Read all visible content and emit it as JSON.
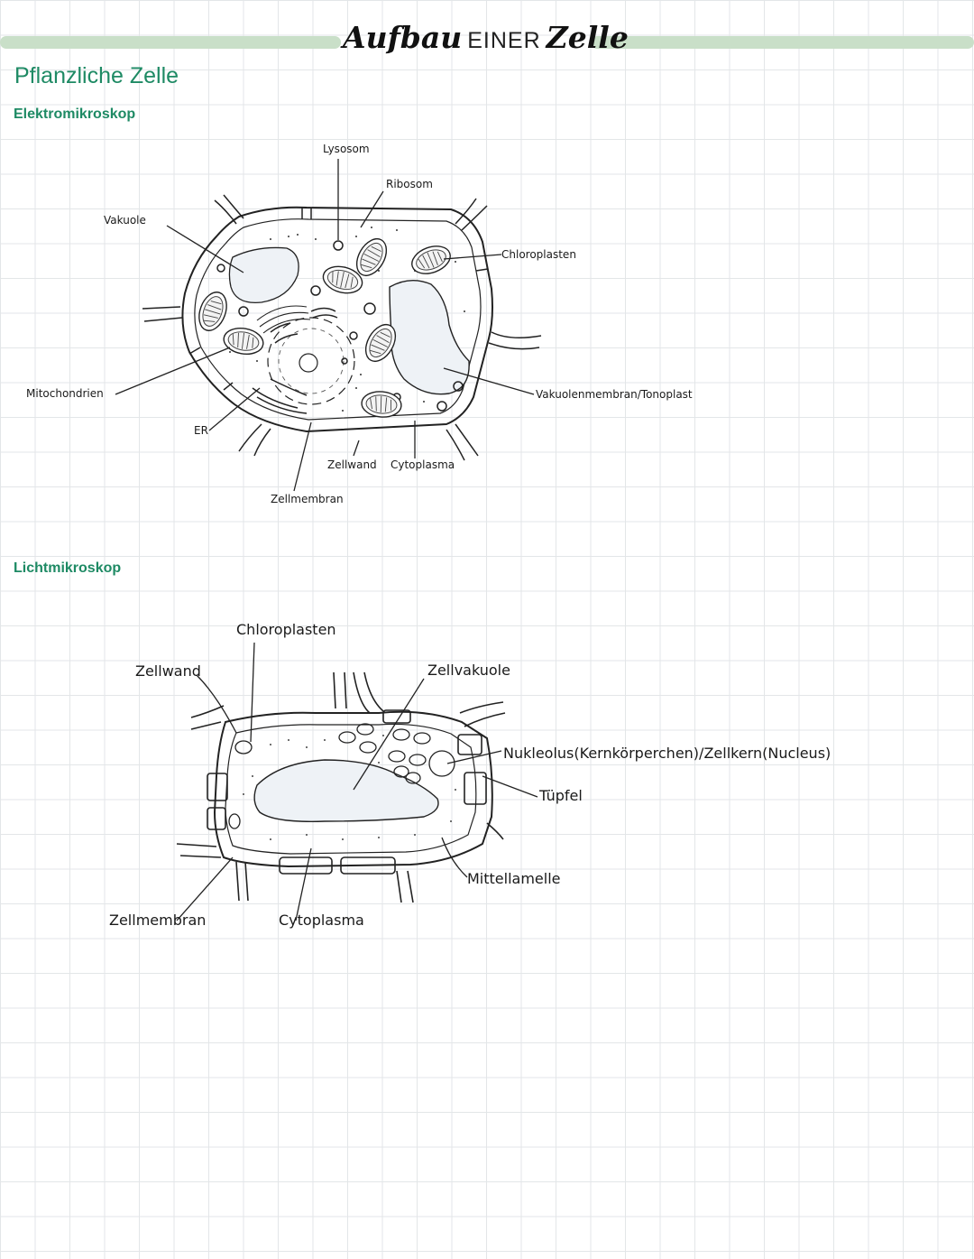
{
  "title": {
    "part1": "Aufbau",
    "part2": "EINER",
    "part3": "Zelle"
  },
  "heading": "Pflanzliche Zelle",
  "sections": {
    "em": "Elektromikroskop",
    "lm": "Lichtmikroskop"
  },
  "em_labels": {
    "lysosom": "Lysosom",
    "ribosom": "Ribosom",
    "vakuole": "Vakuole",
    "chloroplasten": "Chloroplasten",
    "mitochondrien": "Mitochondrien",
    "vakuolenmembran": "Vakuolenmembran/Tonoplast",
    "er": "ER",
    "zellwand": "Zellwand",
    "cytoplasma": "Cytoplasma",
    "zellmembran": "Zellmembran"
  },
  "lm_labels": {
    "chloroplasten": "Chloroplasten",
    "zellwand": "Zellwand",
    "zellvakuole": "Zellvakuole",
    "nukleolus": "Nukleolus(Kernkörperchen)/Zellkern(Nucleus)",
    "tuepfel": "Tüpfel",
    "mittellamelle": "Mittellamelle",
    "zellmembran": "Zellmembran",
    "cytoplasma": "Cytoplasma"
  },
  "colors": {
    "accent": "#1e8a64",
    "title_bar": "#c9dfc8",
    "vacuole_fill": "#eef2f6",
    "grid": "#e3e6e8"
  }
}
